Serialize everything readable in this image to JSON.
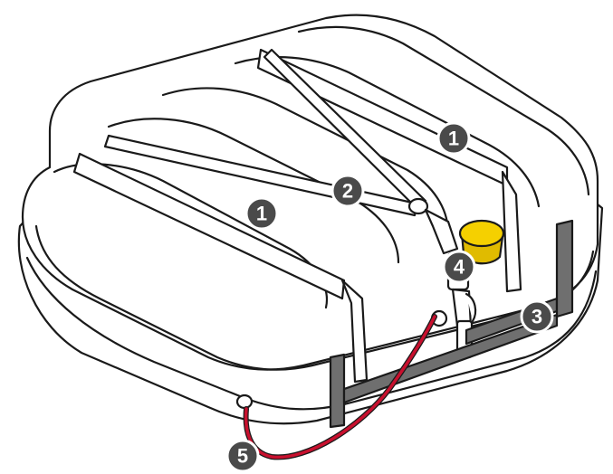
{
  "colors": {
    "outline": "#1a1a1a",
    "body_fill": "#ffffff",
    "frame": "#6f6f6f",
    "cap": "#f5d000",
    "drain_hose": "#c8102e",
    "callout_fill": "#4a4a4a"
  },
  "callouts": [
    {
      "id": "strap-right",
      "label": "1"
    },
    {
      "id": "strap-left",
      "label": "1"
    },
    {
      "id": "cross-strap",
      "label": "2"
    },
    {
      "id": "frame",
      "label": "3"
    },
    {
      "id": "buckle",
      "label": "4"
    },
    {
      "id": "drain-hose",
      "label": "5"
    }
  ]
}
